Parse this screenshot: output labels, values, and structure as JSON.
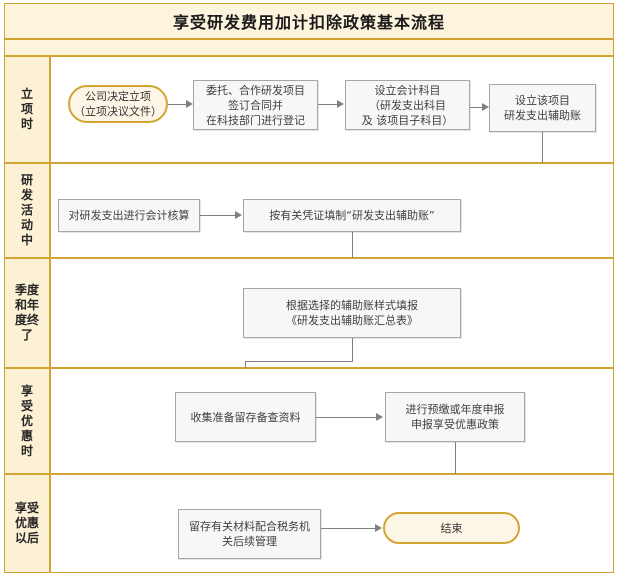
{
  "header": {
    "title": "享受研发费用加计扣除政策基本流程"
  },
  "stages": [
    {
      "id": "stage-1",
      "label": "立项时"
    },
    {
      "id": "stage-2",
      "label": "研发活动中"
    },
    {
      "id": "stage-3",
      "label": "季度和年度终了"
    },
    {
      "id": "stage-4",
      "label": "享受优惠时"
    },
    {
      "id": "stage-5",
      "label": "享受优惠以后"
    }
  ],
  "nodes": {
    "start": "公司决定立项\n（立项决议文件）",
    "n1": "委托、合作研发项目\n签订合同并\n在科技部门进行登记",
    "n2": "设立会计科目\n（研发支出科目\n及 该项目子科目）",
    "n3": "设立该项目\n研发支出辅助账",
    "n4": "对研发支出进行会计核算",
    "n5": "按有关凭证填制“研发支出辅助账”",
    "n6": "根据选择的辅助账样式填报\n《研发支出辅助账汇总表》",
    "n7": "收集准备留存备查资料",
    "n8": "进行预缴或年度申报\n申报享受优惠政策",
    "n9": "留存有关材料配合税务机\n关后续管理",
    "end": "结束"
  },
  "colors": {
    "frame_border": "#d2a432",
    "header_fill": "#fdf4dd",
    "stage_fill": "#fdf1d5",
    "node_fill": "#f7f7f7",
    "node_border": "#a6a6a6",
    "terminator_fill": "#fdf6e6",
    "terminator_border": "#d2a432",
    "connector": "#808080"
  }
}
